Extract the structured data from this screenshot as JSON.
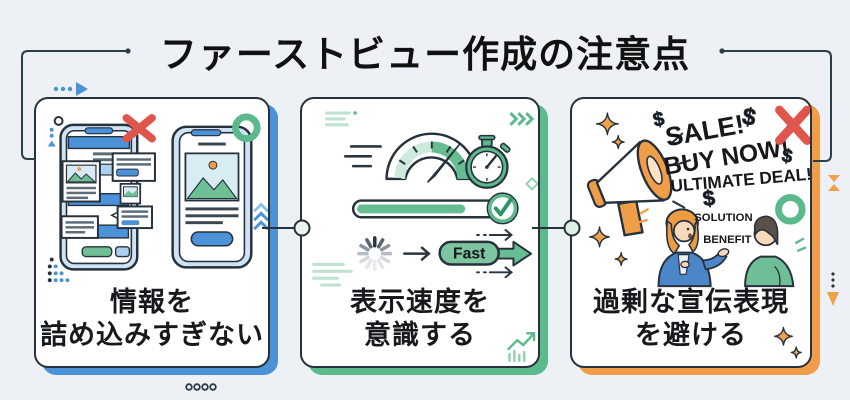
{
  "title": "ファーストビュー作成の注意点",
  "cards": [
    {
      "caption_line1": "情報を",
      "caption_line2": "詰め込みすぎない",
      "accent_color": "#4b92d8",
      "bad_mark": "x-cross",
      "good_mark": "circle"
    },
    {
      "caption_line1": "表示速度を",
      "caption_line2": "意識する",
      "accent_color": "#5bba8c",
      "fast_label": "Fast"
    },
    {
      "caption_line1": "過剰な宣伝表現",
      "caption_line2": "を避ける",
      "accent_color": "#f09d4a",
      "megaphone_words": [
        "SALE!",
        "BUY NOW!",
        "ULTIMATE DEAL!"
      ],
      "dialog_words": [
        "SOLUTION",
        "BENEFIT"
      ]
    }
  ],
  "colors": {
    "background": "#edf1f6",
    "outline": "#27313b",
    "frame_line": "#2c3e4a",
    "blue": "#4b92d8",
    "green": "#5bba8c",
    "orange": "#f09d4a",
    "red": "#e0564d",
    "title_text": "#111111"
  }
}
